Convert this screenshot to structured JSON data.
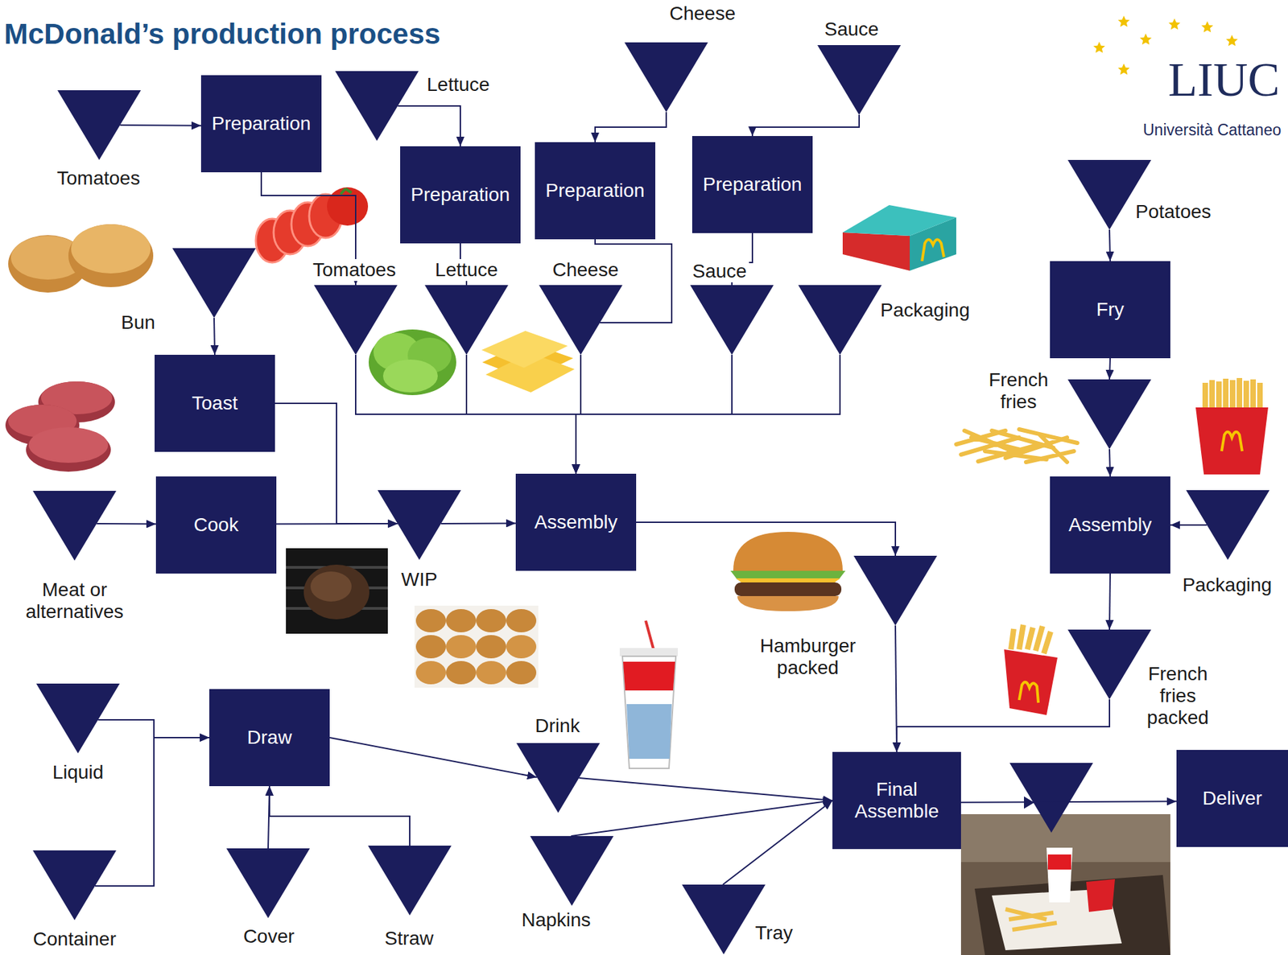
{
  "diagram": {
    "title": "McDonald’s production process",
    "nodes": [
      {
        "text": [
          "Tomatoes"
        ]
      },
      {
        "text": [
          "Preparation"
        ]
      },
      {
        "text": [
          "Lettuce"
        ]
      },
      {
        "text": [
          "Cheese"
        ]
      },
      {
        "text": [
          "Sauce"
        ]
      },
      {
        "text": [
          "Preparation"
        ]
      },
      {
        "text": [
          "Preparation"
        ]
      },
      {
        "text": [
          "Preparation"
        ]
      },
      {
        "text": [
          "Potatoes"
        ]
      },
      {
        "text": [
          "Bun"
        ]
      },
      {
        "text": [
          "Tomatoes"
        ]
      },
      {
        "text": [
          "Lettuce"
        ]
      },
      {
        "text": [
          "Cheese"
        ]
      },
      {
        "text": [
          "Sauce"
        ]
      },
      {
        "text": [
          "Packaging"
        ]
      },
      {
        "text": [
          "Fry"
        ]
      },
      {
        "text": [
          "Toast"
        ]
      },
      {
        "text": [
          "French fries"
        ]
      },
      {
        "text": [
          "Cook"
        ]
      },
      {
        "text": [
          "Meat or alternatives"
        ]
      },
      {
        "text": [
          "WIP"
        ]
      },
      {
        "text": [
          "Assembly"
        ]
      },
      {
        "text": [
          "Assembly"
        ]
      },
      {
        "text": [
          "Packaging"
        ]
      },
      {
        "text": [
          "Hamburger packed"
        ]
      },
      {
        "text": [
          "French fries packed"
        ]
      },
      {
        "text": [
          "Liquid"
        ]
      },
      {
        "text": [
          "Draw"
        ]
      },
      {
        "text": [
          "Drink"
        ]
      },
      {
        "text": [
          "Final Assemble"
        ]
      },
      {
        "text": [
          "Deliver"
        ]
      },
      {
        "text": [
          "Container"
        ]
      },
      {
        "text": [
          "Cover"
        ]
      },
      {
        "text": [
          "Straw"
        ]
      },
      {
        "text": [
          "Napkins"
        ]
      },
      {
        "text": [
          "Tray"
        ]
      }
    ],
    "edges": [
      {
        "from": 0,
        "to": 1,
        "arrow": "to"
      },
      {
        "from": 1,
        "to": 10,
        "arrow": "to"
      },
      {
        "from": 2,
        "to": 5,
        "arrow": "to"
      },
      {
        "from": 5,
        "to": 11,
        "arrow": "none"
      },
      {
        "from": 3,
        "to": 6,
        "arrow": "to"
      },
      {
        "from": 6,
        "to": 12,
        "arrow": "none"
      },
      {
        "from": 4,
        "to": 7,
        "arrow": "to"
      },
      {
        "from": 7,
        "to": 13,
        "arrow": "none"
      },
      {
        "from": 9,
        "to": 16,
        "arrow": "to"
      },
      {
        "from": 16,
        "to": 20,
        "arrow": "to"
      },
      {
        "from": 19,
        "to": 18,
        "arrow": "to"
      },
      {
        "from": 18,
        "to": 20,
        "arrow": "to"
      },
      {
        "from": 20,
        "to": 21,
        "arrow": "to"
      },
      {
        "from": 10,
        "to": 21,
        "arrow": "to"
      },
      {
        "from": 11,
        "to": 21,
        "arrow": "to"
      },
      {
        "from": 12,
        "to": 21,
        "arrow": "to"
      },
      {
        "from": 13,
        "to": 21,
        "arrow": "to"
      },
      {
        "from": 14,
        "to": 21,
        "arrow": "to"
      },
      {
        "from": 21,
        "to": 24,
        "arrow": "to"
      },
      {
        "from": 24,
        "to": 29,
        "arrow": "to"
      },
      {
        "from": 25,
        "to": 29,
        "arrow": "to"
      },
      {
        "from": 8,
        "to": 15,
        "arrow": "to"
      },
      {
        "from": 15,
        "to": 17,
        "arrow": "to"
      },
      {
        "from": 17,
        "to": 22,
        "arrow": "to"
      },
      {
        "from": 23,
        "to": 22,
        "arrow": "to"
      },
      {
        "from": 22,
        "to": 25,
        "arrow": "to"
      },
      {
        "from": 26,
        "to": 27,
        "arrow": "to"
      },
      {
        "from": 31,
        "to": 27,
        "arrow": "to"
      },
      {
        "from": 27,
        "to": 28,
        "arrow": "to"
      },
      {
        "from": 32,
        "to": 27,
        "arrow": "to"
      },
      {
        "from": 33,
        "to": 27,
        "arrow": "to"
      },
      {
        "from": 28,
        "to": 29,
        "arrow": "to"
      },
      {
        "from": 34,
        "to": 29,
        "arrow": "to"
      },
      {
        "from": 35,
        "to": 29,
        "arrow": "to"
      },
      {
        "from": 29,
        "to": 30,
        "arrow": "to"
      }
    ],
    "labels": [
      "LIUC",
      "Università Cattaneo"
    ]
  }
}
